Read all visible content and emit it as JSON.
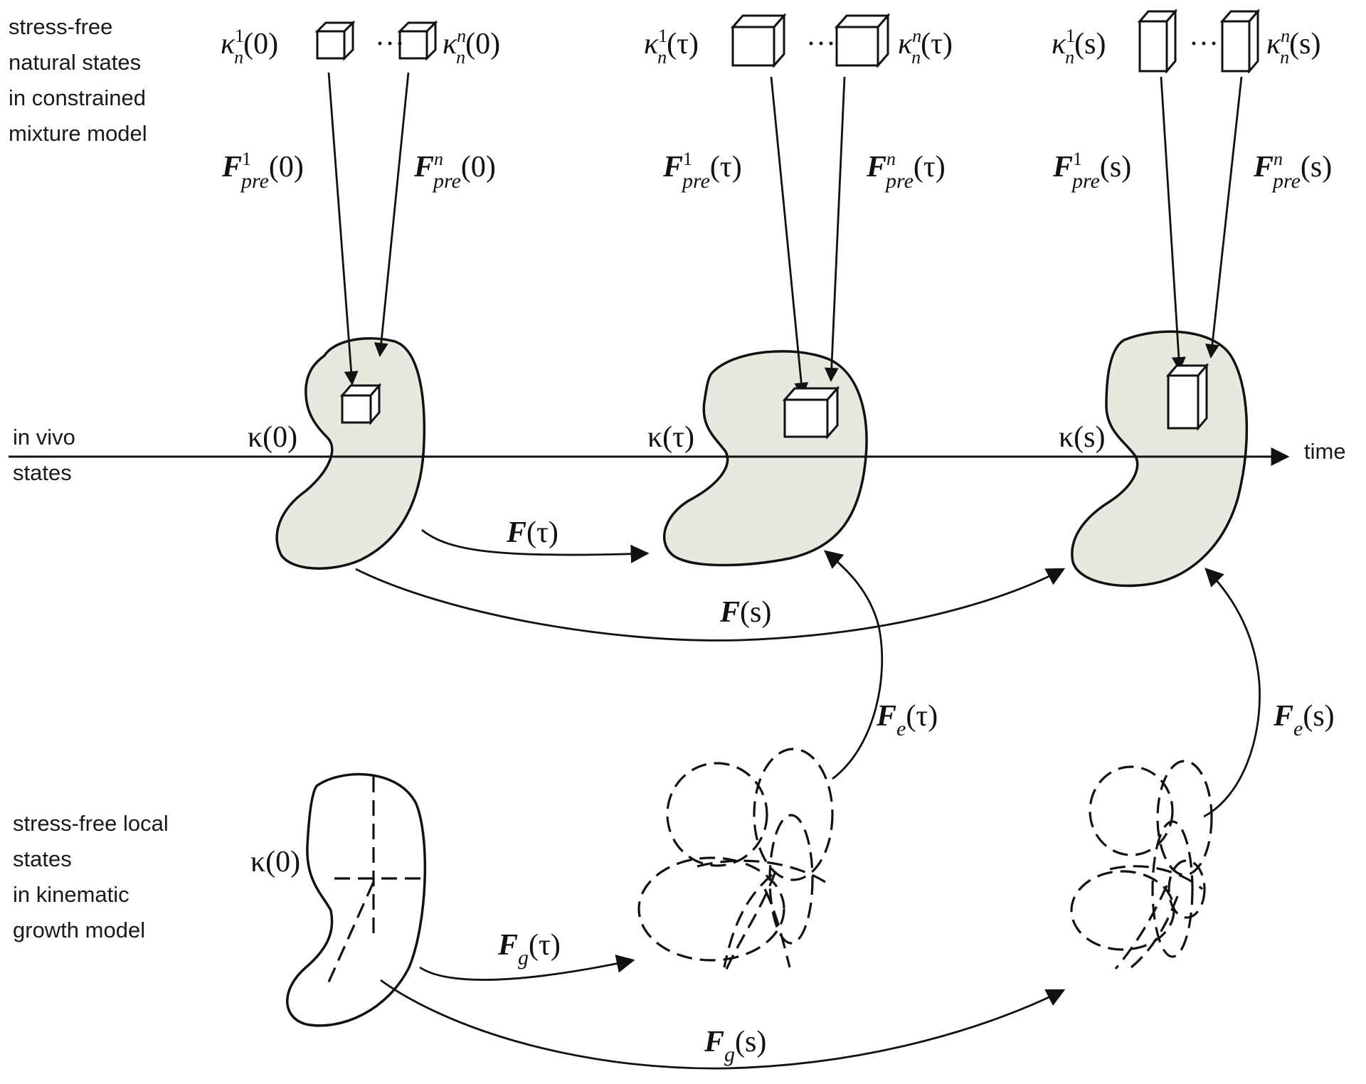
{
  "row_labels": {
    "top": [
      "stress-free",
      "natural states",
      "in constrained",
      "mixture model"
    ],
    "middle": [
      "in vivo",
      "states"
    ],
    "bottom": [
      "stress-free local",
      "states",
      "in kinematic",
      "growth model"
    ]
  },
  "axis_label": "time",
  "columns": [
    {
      "arg": "0",
      "kappa_state": "κ(0)",
      "natural_state_first": {
        "sym": "κ",
        "sub": "n",
        "sup": "1",
        "arg": "(0)"
      },
      "natural_state_last": {
        "sym": "κ",
        "sub": "n",
        "sup": "n",
        "arg": "(0)"
      },
      "prestretch_first": {
        "sym": "F",
        "sub": "pre",
        "sup": "1",
        "arg": "(0)"
      },
      "prestretch_last": {
        "sym": "F",
        "sub": "pre",
        "sup": "n",
        "arg": "(0)"
      }
    },
    {
      "arg": "τ",
      "kappa_state": "κ(τ)",
      "natural_state_first": {
        "sym": "κ",
        "sub": "n",
        "sup": "1",
        "arg": "(τ)"
      },
      "natural_state_last": {
        "sym": "κ",
        "sub": "n",
        "sup": "n",
        "arg": "(τ)"
      },
      "prestretch_first": {
        "sym": "F",
        "sub": "pre",
        "sup": "1",
        "arg": "(τ)"
      },
      "prestretch_last": {
        "sym": "F",
        "sub": "pre",
        "sup": "n",
        "arg": "(τ)"
      }
    },
    {
      "arg": "s",
      "kappa_state": "κ(s)",
      "natural_state_first": {
        "sym": "κ",
        "sub": "n",
        "sup": "1",
        "arg": "(s)"
      },
      "natural_state_last": {
        "sym": "κ",
        "sub": "n",
        "sup": "n",
        "arg": "(s)"
      },
      "prestretch_first": {
        "sym": "F",
        "sub": "pre",
        "sup": "1",
        "arg": "(s)"
      },
      "prestretch_last": {
        "sym": "F",
        "sub": "pre",
        "sup": "n",
        "arg": "(s)"
      }
    }
  ],
  "ellipsis": "···",
  "mappings": {
    "F_tau": {
      "sym": "F",
      "sub": "",
      "arg": "(τ)"
    },
    "F_s": {
      "sym": "F",
      "sub": "",
      "arg": "(s)"
    },
    "Fe_tau": {
      "sym": "F",
      "sub": "e",
      "arg": "(τ)"
    },
    "Fe_s": {
      "sym": "F",
      "sub": "e",
      "arg": "(s)"
    },
    "Fg_tau": {
      "sym": "F",
      "sub": "g",
      "arg": "(τ)"
    },
    "Fg_s": {
      "sym": "F",
      "sub": "g",
      "arg": "(s)"
    }
  },
  "growth_reference_state": "κ(0)",
  "colors": {
    "blob_fill": "#e9e8df",
    "stroke": "#111111"
  }
}
